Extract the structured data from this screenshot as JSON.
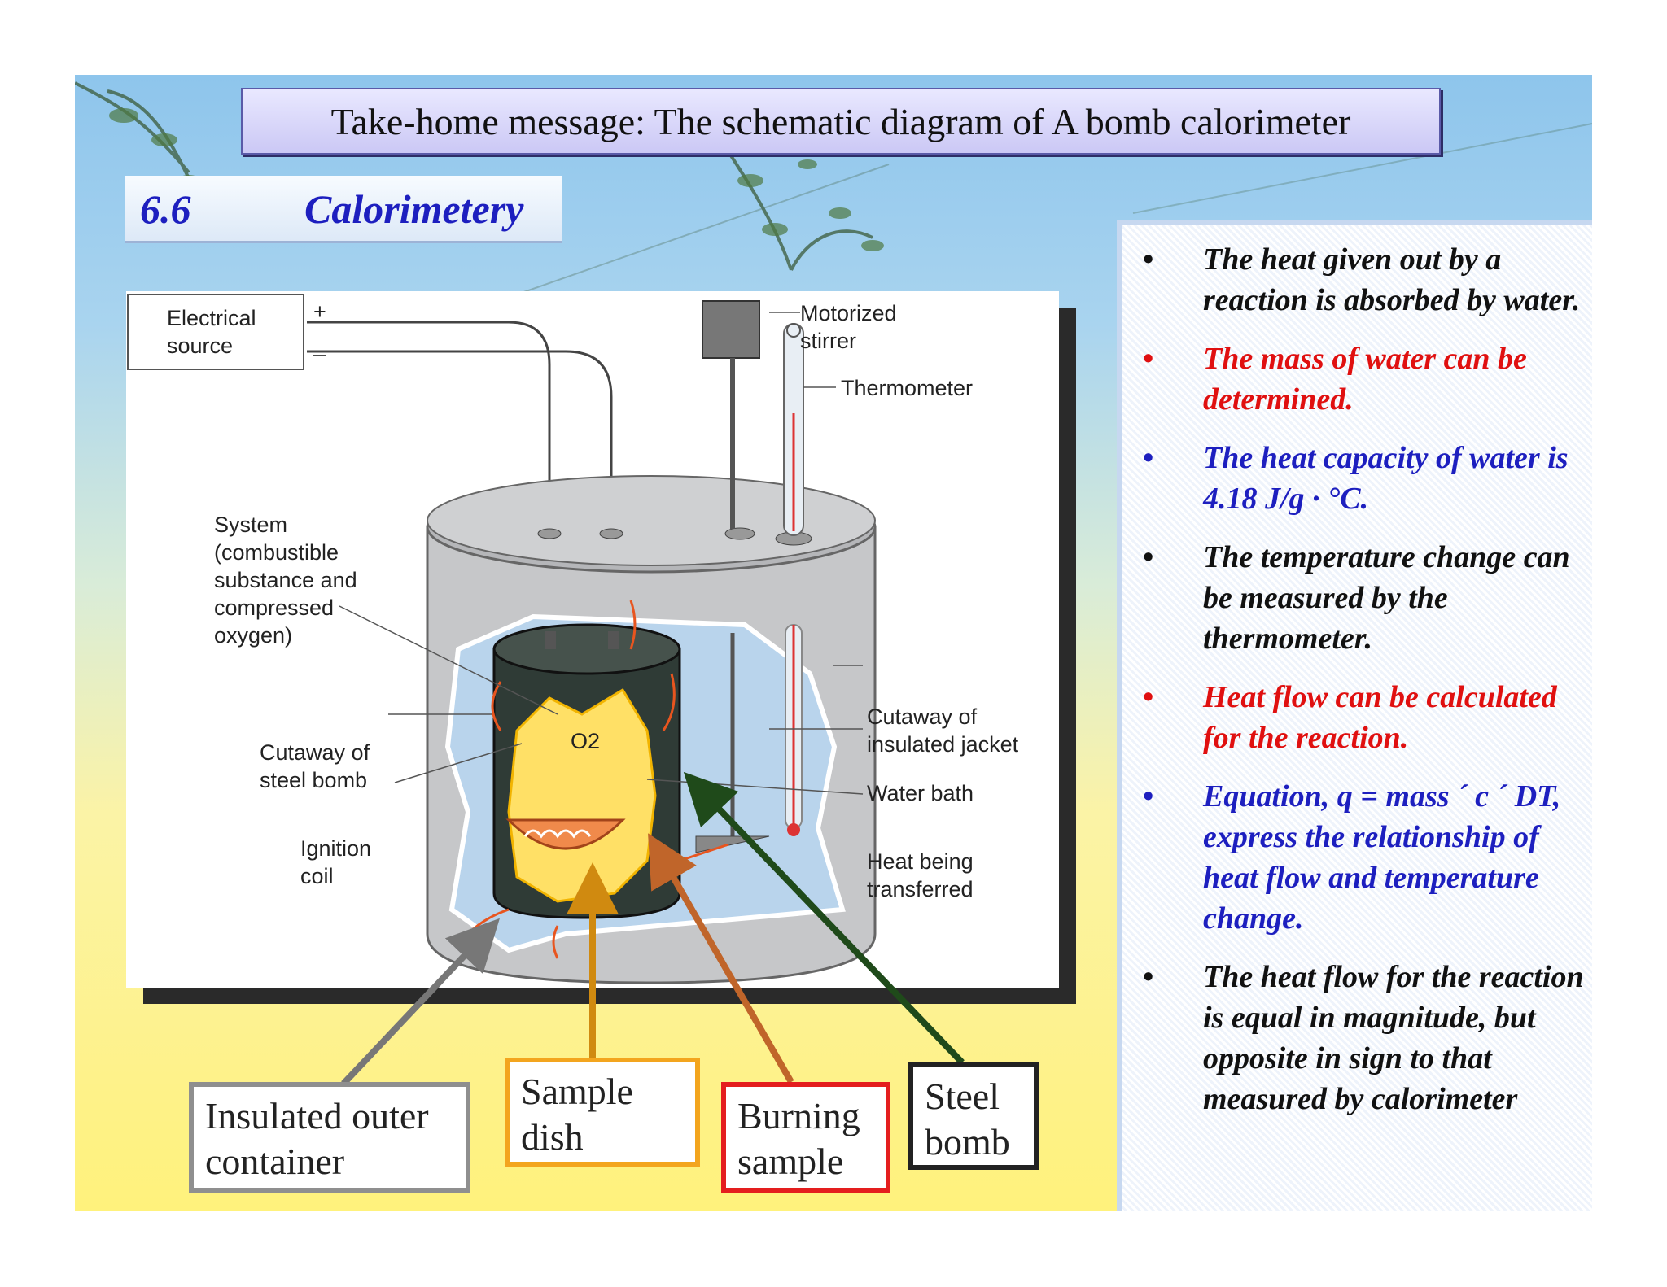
{
  "slide_title": "Take-home message: The schematic diagram of A bomb calorimeter",
  "section": {
    "number": "6.6",
    "name": "Calorimetery"
  },
  "diagram": {
    "labels": {
      "electrical_source": [
        "Electrical",
        "source"
      ],
      "plus": "+",
      "minus": "–",
      "motorized_stirrer": [
        "Motorized",
        "stirrer"
      ],
      "thermometer": "Thermometer",
      "system": [
        "System",
        "(combustible",
        "substance and",
        "compressed",
        "oxygen)"
      ],
      "o2": "O2",
      "cutaway_steel_bomb": [
        "Cutaway of",
        "steel bomb"
      ],
      "ignition_coil": [
        "Ignition",
        "coil"
      ],
      "cutaway_jacket": [
        "Cutaway of",
        "insulated jacket"
      ],
      "water_bath": "Water bath",
      "heat_transferred": [
        "Heat being",
        "transferred"
      ]
    }
  },
  "callouts": {
    "insulated": [
      "Insulated outer",
      "container"
    ],
    "sample_dish": [
      "Sample",
      "dish"
    ],
    "burning_sample": [
      "Burning",
      "sample"
    ],
    "steel_bomb": [
      "Steel",
      "bomb"
    ]
  },
  "notes": [
    {
      "text": "The heat given out by a reaction is absorbed by water.",
      "color": "#111111"
    },
    {
      "text": "The mass of water can be determined.",
      "color": "#e01010"
    },
    {
      "text": "The heat capacity of water is 4.18 J/g · °C.",
      "color": "#1d1fbf"
    },
    {
      "text": "The temperature change can be measured by the thermometer.",
      "color": "#111111"
    },
    {
      "text": "Heat flow can be calculated for the reaction.",
      "color": "#e01010"
    },
    {
      "text": "Equation,  q = mass ´ c ´ DT, express the relationship of  heat flow and temperature change.",
      "color": "#1d1fbf"
    },
    {
      "text": "The heat flow for the reaction is equal in magnitude, but opposite in sign to that measured by calorimeter",
      "color": "#111111"
    }
  ],
  "bullet": "•"
}
